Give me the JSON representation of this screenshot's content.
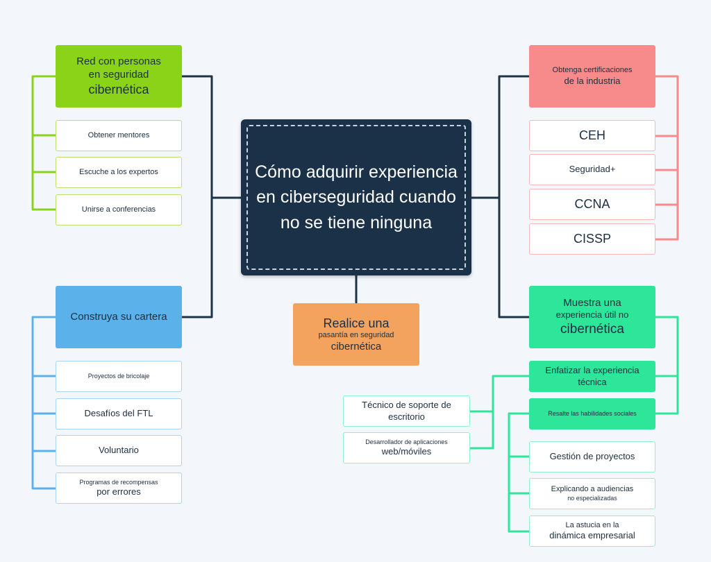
{
  "center": {
    "title": "Cómo adquirir experiencia en ciberseguridad cuando no se tiene ninguna"
  },
  "network": {
    "line1": "Red con personas",
    "line2": "en seguridad",
    "line3": "cibernética",
    "items": [
      "Obtener mentores",
      "Escuche a los expertos",
      "Unirse a conferencias"
    ]
  },
  "portfolio": {
    "title": "Construya su cartera",
    "item1": "Proyectos de bricolaje",
    "item2": "Desafíos del FTL",
    "item3": "Voluntario",
    "item4_line1": "Programas de recompensas",
    "item4_line2": "por errores"
  },
  "internship": {
    "line1": "Realice una",
    "line2": "pasantía en seguridad",
    "line3": "cibernética"
  },
  "certs": {
    "line1": "Obtenga certificaciones",
    "line2": "de la industria",
    "items": [
      "CEH",
      "Seguridad+",
      "CCNA",
      "CISSP"
    ]
  },
  "show": {
    "line1": "Muestra una",
    "line2": "experiencia útil no",
    "line3": "cibernética",
    "tech": {
      "title": "Enfatizar la experiencia técnica",
      "item1": "Técnico de soporte de escritorio",
      "item2_line1": "Desarrollador de aplicaciones",
      "item2_line2": "web/móviles"
    },
    "soft": {
      "title": "Resalte las habilidades sociales",
      "item1": "Gestión de proyectos",
      "item2_line1": "Explicando a audiencias",
      "item2_line2": "no especializadas",
      "item3_line1": "La astucia en la",
      "item3_line2": "dinámica empresarial"
    }
  },
  "colors": {
    "center": "#1a3148",
    "green": "#8ad319",
    "blue": "#5bb1ea",
    "orange": "#f4a35f",
    "red": "#f78a8a",
    "teal": "#2ee69a"
  }
}
